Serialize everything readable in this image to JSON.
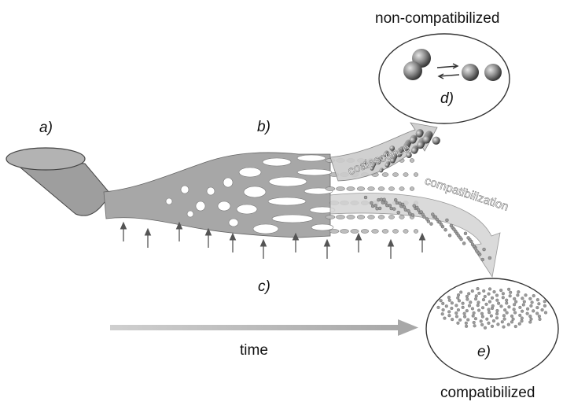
{
  "labels": {
    "non_compatibilized": "non-compatibilized",
    "compatibilized": "compatibilized",
    "a": "a)",
    "b": "b)",
    "c": "c)",
    "d": "d)",
    "e": "e)",
    "time": "time",
    "coalescence": "coalescence",
    "compatibilization": "compatibilization"
  },
  "colors": {
    "blend_body": "#a3a3a3",
    "blend_body_dark": "#8a8a8a",
    "arrow": "#555555",
    "time_arrow": "#b9b9b9",
    "outline": "#333333"
  }
}
